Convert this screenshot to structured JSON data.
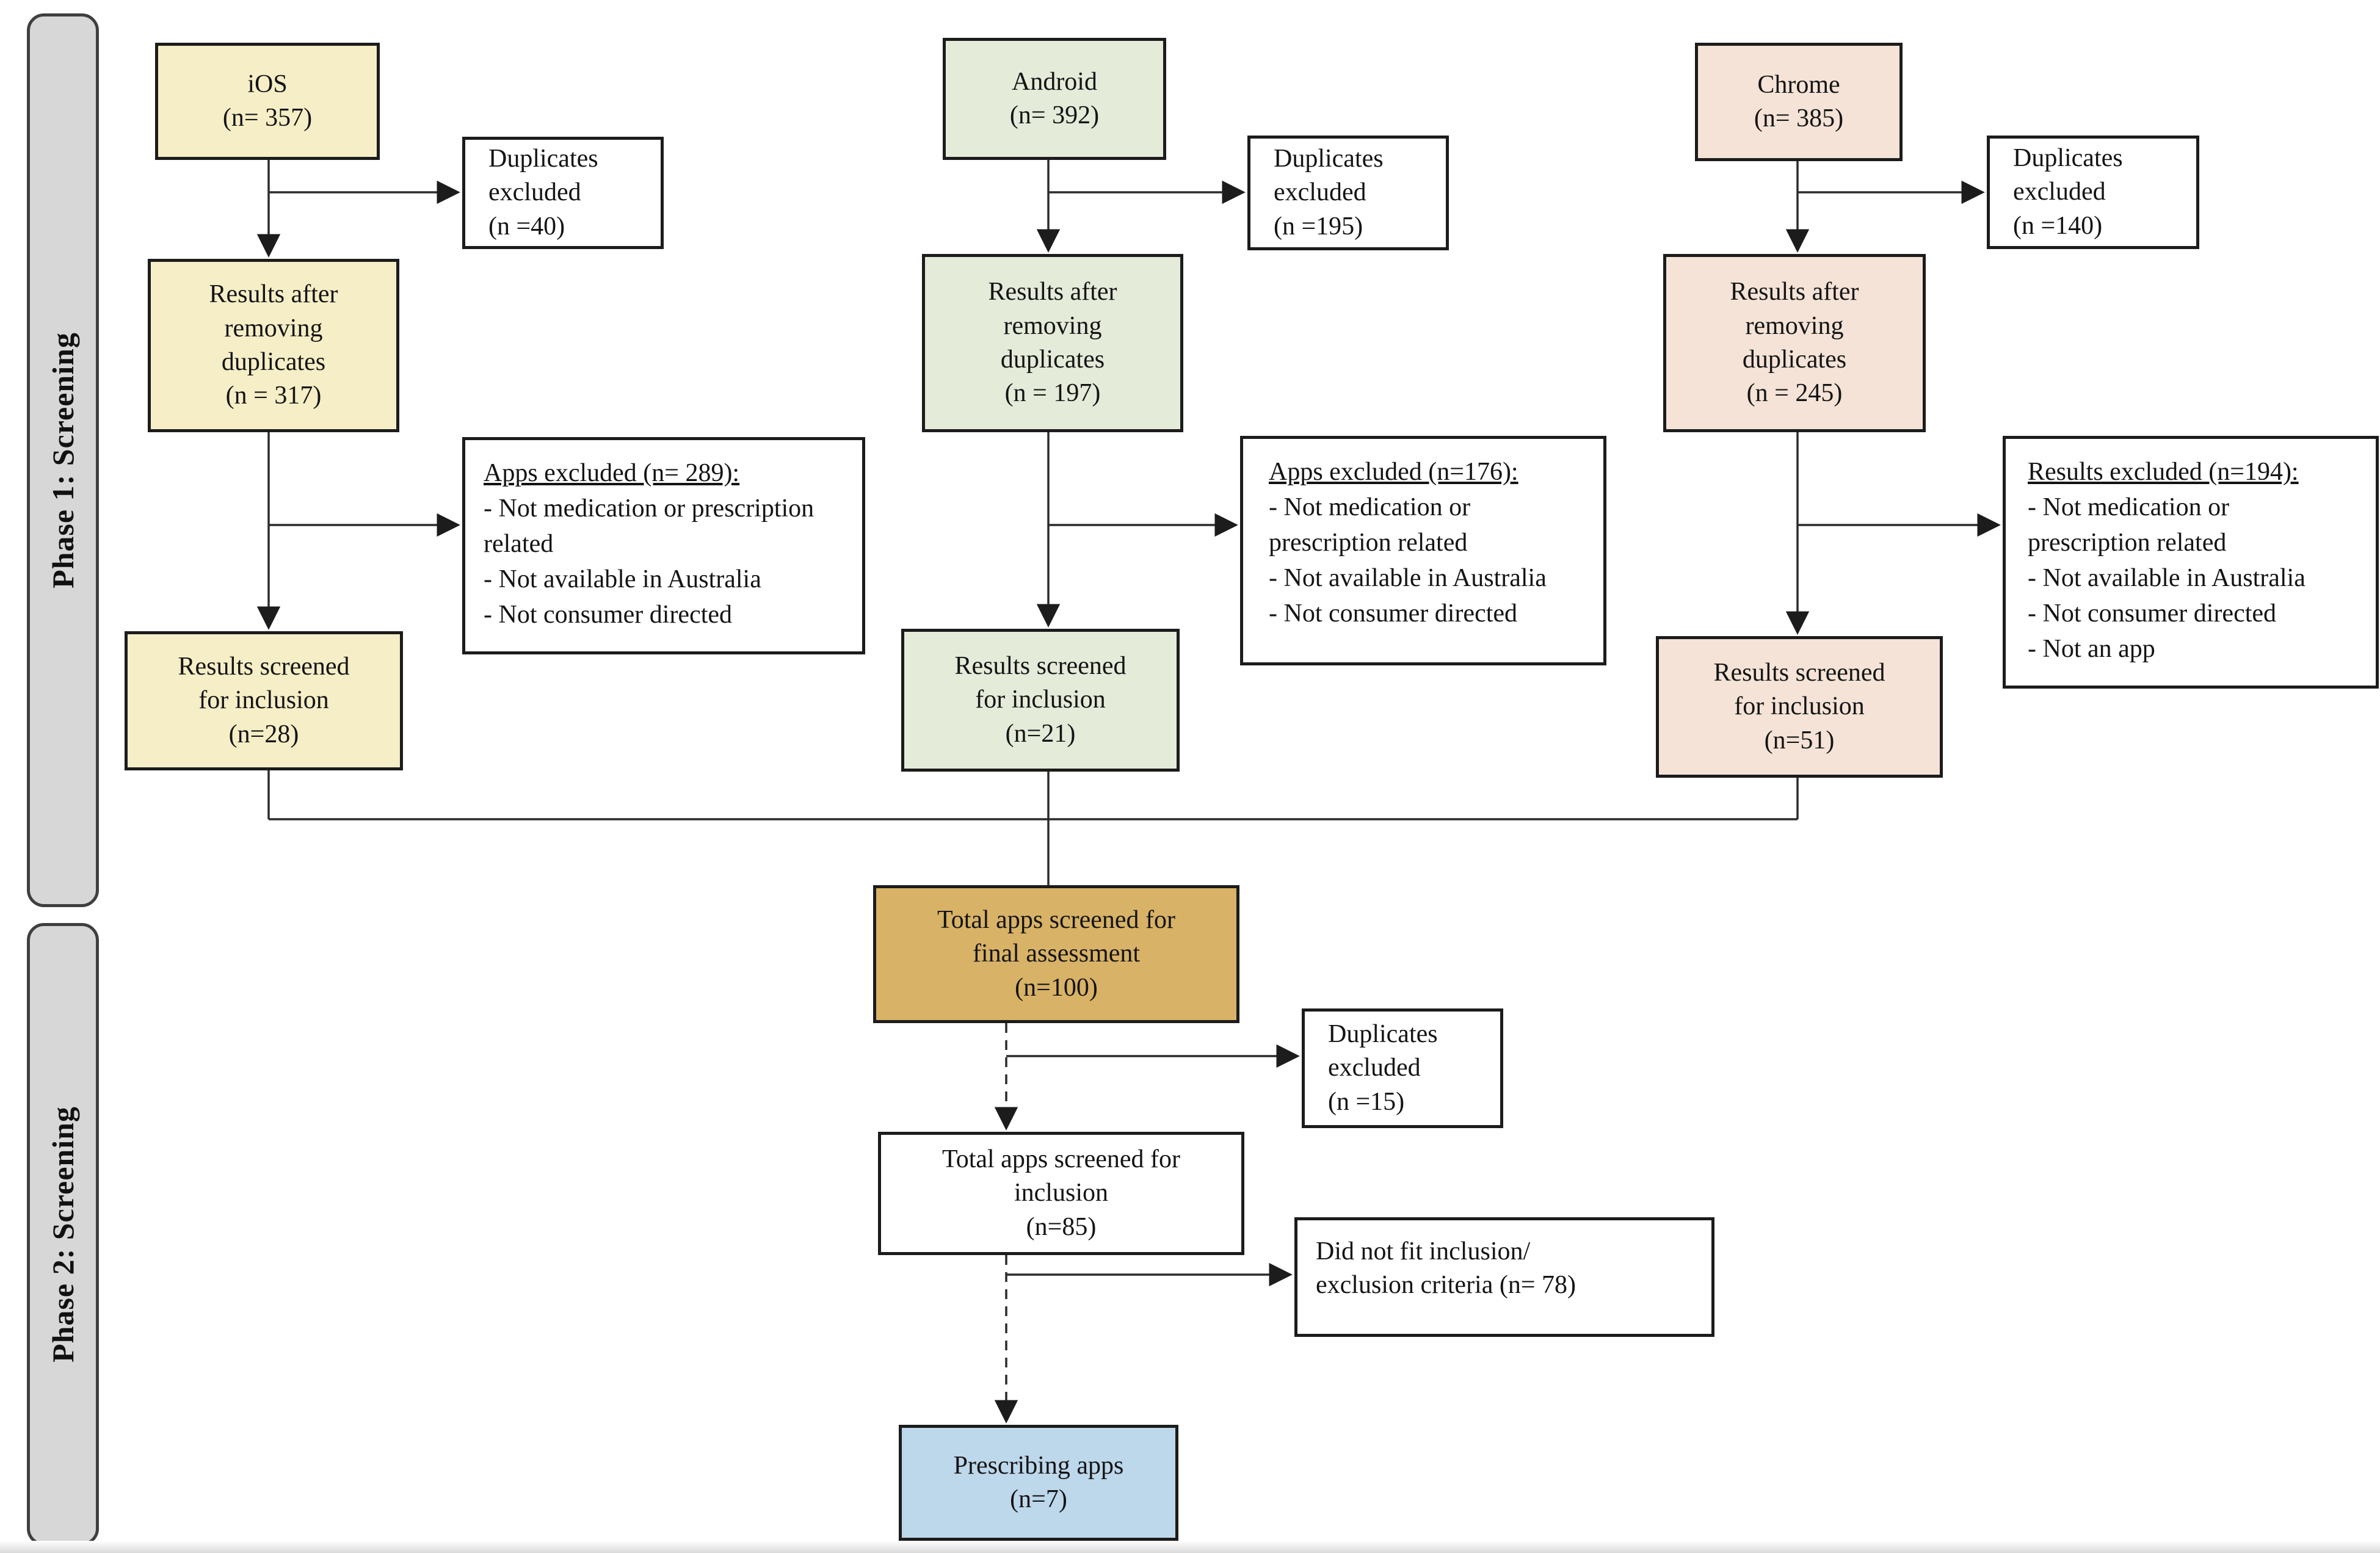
{
  "phases": {
    "phase1_label": "Phase 1: Screening",
    "phase2_label": "Phase 2: Screening"
  },
  "columns": [
    {
      "name": "iOS",
      "source_label": "iOS\n(n= 357)",
      "duplicates_excluded": "Duplicates\nexcluded\n(n =40)",
      "after_duplicates": "Results after\nremoving\nduplicates\n(n = 317)",
      "excluded_title": "Apps excluded (n= 289):",
      "excluded_items": [
        "- Not medication or prescription related",
        "- Not available in Australia",
        "- Not consumer directed"
      ],
      "screened": "Results screened\nfor inclusion\n(n=28)"
    },
    {
      "name": "Android",
      "source_label": "Android\n(n= 392)",
      "duplicates_excluded": "Duplicates\nexcluded\n(n =195)",
      "after_duplicates": "Results after\nremoving\nduplicates\n(n = 197)",
      "excluded_title": "Apps excluded (n=176):",
      "excluded_items": [
        "- Not medication or prescription related",
        "- Not available in Australia",
        "- Not consumer directed"
      ],
      "screened": "Results screened\nfor inclusion\n(n=21)"
    },
    {
      "name": "Chrome",
      "source_label": "Chrome\n(n= 385)",
      "duplicates_excluded": "Duplicates\nexcluded\n(n =140)",
      "after_duplicates": "Results after\nremoving\nduplicates\n(n = 245)",
      "excluded_title": "Results excluded (n=194):",
      "excluded_items": [
        "- Not medication or prescription related",
        "- Not available in Australia",
        "- Not consumer directed",
        "- Not an app"
      ],
      "screened": "Results screened\nfor inclusion\n(n=51)"
    }
  ],
  "phase2_flow": {
    "total_final": "Total apps screened for\nfinal assessment\n(n=100)",
    "duplicates_excluded": "Duplicates\nexcluded\n(n =15)",
    "total_inclusion": "Total apps screened for\ninclusion\n(n=85)",
    "did_not_fit": "Did not fit inclusion/\nexclusion criteria (n= 78)",
    "prescribing": "Prescribing apps\n(n=7)"
  },
  "colors": {
    "ios_fill": "#f6eec6",
    "android_fill": "#e4ebd9",
    "chrome_fill": "#f4e3d6",
    "total_fill": "#d8b266",
    "prescribing_fill": "#bdd7eb",
    "sidebar_fill": "#d7d7d7",
    "box_border": "#1c1c1c",
    "line_color": "#2b2b2b"
  }
}
